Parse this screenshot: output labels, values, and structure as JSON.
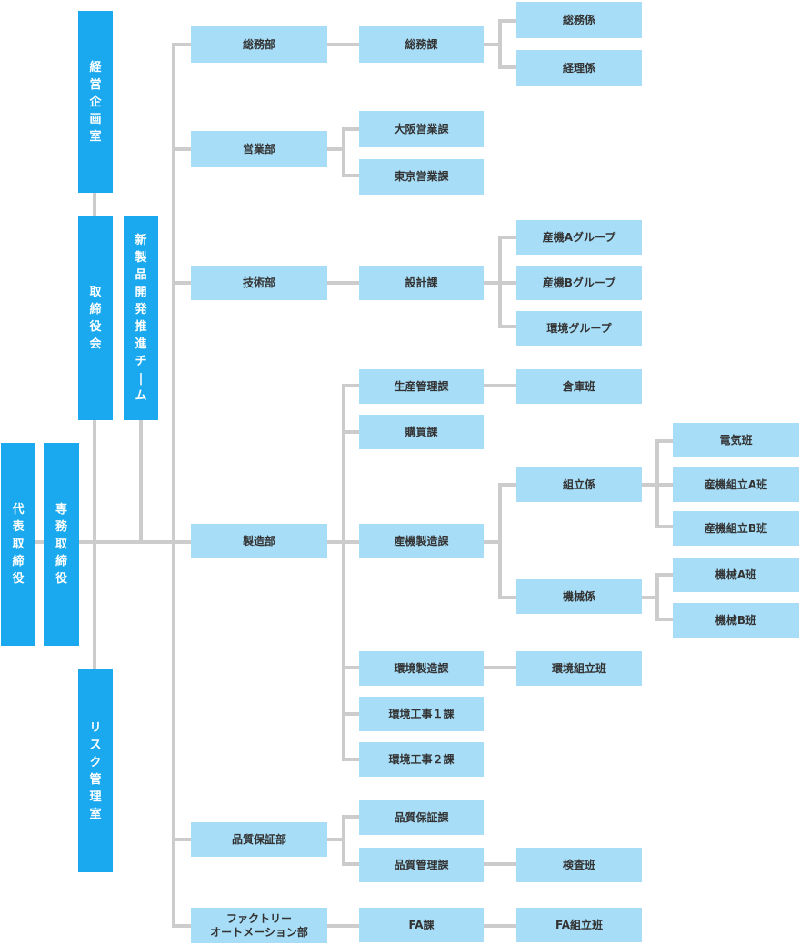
{
  "colors": {
    "executive": "#1aa9ef",
    "unit": "#a7ddf7",
    "connector": "#cccccc",
    "text_dark": "#333333"
  },
  "executives": {
    "ceo": "代表取締役",
    "senior_md": "専務取締役",
    "board": "取締役会",
    "corp_planning": "経営企画室",
    "new_product_team": "新製品開発推進チーム",
    "risk_mgmt": "リスク管理室"
  },
  "departments": {
    "general_affairs": {
      "name": "総務部",
      "section": "総務課",
      "units": [
        "総務係",
        "経理係"
      ]
    },
    "sales": {
      "name": "営業部",
      "sections": [
        "大阪営業課",
        "東京営業課"
      ]
    },
    "engineering": {
      "name": "技術部",
      "section": "設計課",
      "groups": [
        "産機Aグループ",
        "産機Bグループ",
        "環境グループ"
      ]
    },
    "manufacturing": {
      "name": "製造部",
      "production_control": {
        "name": "生産管理課",
        "unit": "倉庫班"
      },
      "purchasing": "購買課",
      "industrial_mfg": {
        "name": "産機製造課",
        "assembly": {
          "name": "組立係",
          "teams": [
            "電気班",
            "産機組立A班",
            "産機組立B班"
          ]
        },
        "machinery": {
          "name": "機械係",
          "teams": [
            "機械A班",
            "機械B班"
          ]
        }
      },
      "env_mfg": {
        "name": "環境製造課",
        "unit": "環境組立班"
      },
      "env_works_1": "環境工事１課",
      "env_works_2": "環境工事２課"
    },
    "quality": {
      "name": "品質保証部",
      "qa_section": "品質保証課",
      "qc_section": {
        "name": "品質管理課",
        "unit": "検査班"
      }
    },
    "factory_automation": {
      "name": "ファクトリー\nオートメーション部",
      "section": "FA課",
      "unit": "FA組立班"
    }
  }
}
